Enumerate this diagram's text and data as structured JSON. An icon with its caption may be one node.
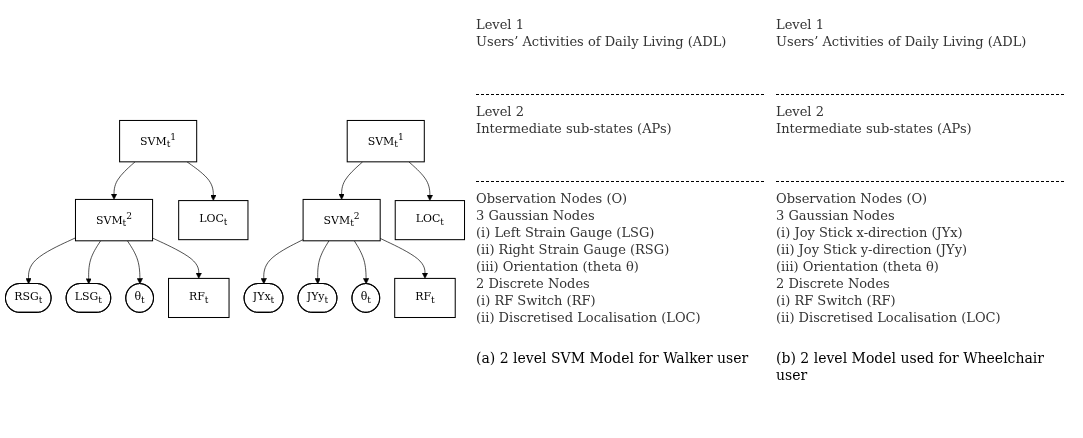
{
  "diagram": {
    "nodes": [
      {
        "text": [
          "SVM$_{t}$$^{1}$"
        ]
      },
      {
        "text": [
          "SVM$_{t}$$^{2}$"
        ]
      },
      {
        "text": [
          "RSG$_{t}$"
        ]
      },
      {
        "text": [
          "LSG$_{t}$"
        ]
      },
      {
        "text": [
          "θ$_{t}$"
        ]
      },
      {
        "text": [
          "LOC$_{t}$"
        ]
      },
      {
        "text": [
          "RF$_{t}$"
        ]
      },
      {
        "text": [
          "SVM$_{t}$$^{1}$"
        ]
      },
      {
        "text": [
          "SVM$_{t}$$^{2}$"
        ]
      },
      {
        "text": [
          "JYx$_{t}$"
        ]
      },
      {
        "text": [
          "JYy$_{t}$"
        ]
      },
      {
        "text": [
          "θ$_{t}$"
        ]
      },
      {
        "text": [
          "LOC$_{t}$"
        ]
      },
      {
        "text": [
          "RF$_{t}$"
        ]
      }
    ],
    "edges": [
      {
        "from": 0,
        "to": 1,
        "arrow": "to"
      },
      {
        "from": 0,
        "to": 5,
        "arrow": "to"
      },
      {
        "from": 1,
        "to": 2,
        "arrow": "to"
      },
      {
        "from": 1,
        "to": 3,
        "arrow": "to"
      },
      {
        "from": 1,
        "to": 4,
        "arrow": "to"
      },
      {
        "from": 1,
        "to": 6,
        "arrow": "to"
      },
      {
        "from": 7,
        "to": 8,
        "arrow": "to"
      },
      {
        "from": 7,
        "to": 12,
        "arrow": "to"
      },
      {
        "from": 8,
        "to": 9,
        "arrow": "to"
      },
      {
        "from": 8,
        "to": 10,
        "arrow": "to"
      },
      {
        "from": 8,
        "to": 11,
        "arrow": "to"
      },
      {
        "from": 8,
        "to": 13,
        "arrow": "to"
      }
    ],
    "labels": [
      "Level 1",
      "Users’ Activities of Daily Living (ADL)",
      "Level 2",
      "Intermediate sub-states (APs)",
      "Observation Nodes (O)",
      "3 Gaussian Nodes",
      "(i) Left Strain Gauge (LSG)",
      "(ii) Right Strain Gauge (RSG)",
      "(iii) Orientation (theta θ)",
      "2 Discrete Nodes",
      "(i) RF Switch (RF)",
      "(ii) Discretised Localisation (LOC)",
      "(a) 2 level SVM Model for Walker user",
      "Level 1",
      "Users’ Activities of Daily Living (ADL)",
      "Level 2",
      "Intermediate sub-states (APs)",
      "Observation Nodes (O)",
      "3 Gaussian Nodes",
      "(i) Joy Stick x-direction (JYx)",
      "(ii) Joy Stick y-direction (JYy)",
      "(iii) Orientation (theta θ)",
      "2 Discrete Nodes",
      "(i) RF Switch (RF)",
      "(ii) Discretised Localisation (LOC)",
      "(b) 2 level Model used for Wheelchair user"
    ]
  }
}
